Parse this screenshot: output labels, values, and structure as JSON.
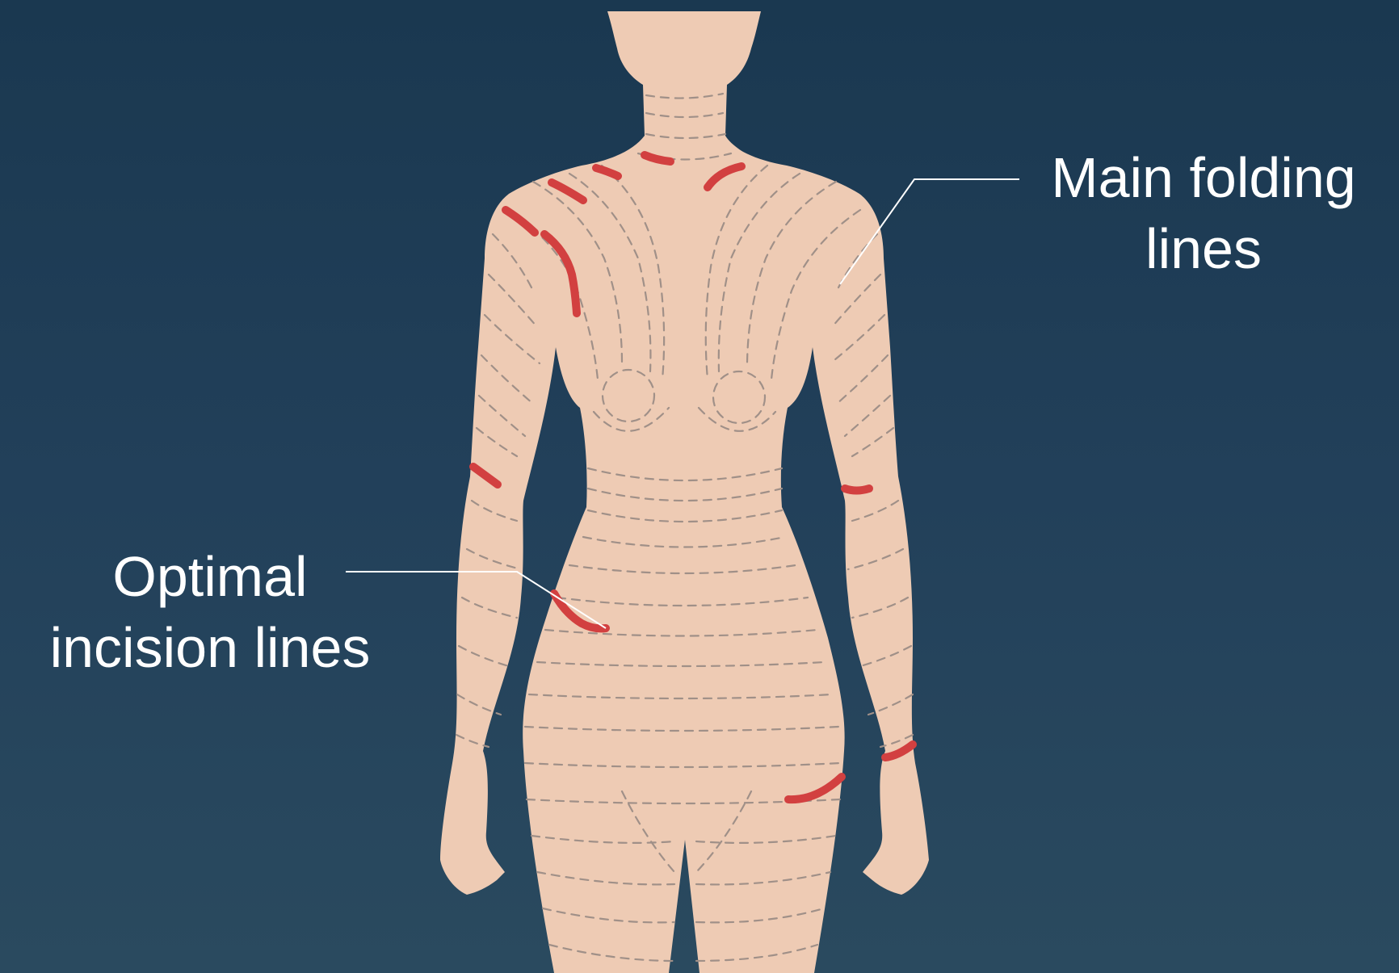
{
  "labels": {
    "main_folding": [
      "Main folding",
      "lines"
    ],
    "optimal_incision": [
      "Optimal",
      "incision lines"
    ]
  },
  "colors": {
    "background": "#1c3a52",
    "skin": "#eecbb4",
    "fold_lines": "#a09088",
    "incision_lines": "#d24040",
    "text": "#ffffff"
  }
}
